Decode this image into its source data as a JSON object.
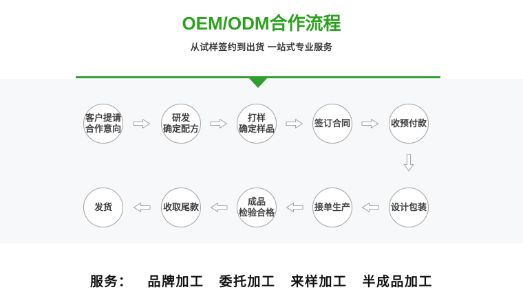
{
  "header": {
    "title": "OEM/ODM合作流程",
    "subtitle": "从试样签约到出货 一站式专业服务"
  },
  "colors": {
    "title_green": "#2aa21c",
    "line_green": "#2f9e2f",
    "flow_bg": "#f7f8fa",
    "circle_border": "#a3a3a3"
  },
  "flow": {
    "row1": [
      {
        "line1": "客户提请",
        "line2": "合作意向"
      },
      {
        "line1": "研发",
        "line2": "确定配方"
      },
      {
        "line1": "打样",
        "line2": "确定样品"
      },
      {
        "line1": "签订合同",
        "line2": ""
      },
      {
        "line1": "收预付款",
        "line2": ""
      }
    ],
    "row2": [
      {
        "line1": "设计包装",
        "line2": ""
      },
      {
        "line1": "接单生产",
        "line2": ""
      },
      {
        "line1": "成品",
        "line2": "检验合格"
      },
      {
        "line1": "收取尾款",
        "line2": ""
      },
      {
        "line1": "发货",
        "line2": ""
      }
    ]
  },
  "services": {
    "prefix": "服务：",
    "items": [
      "品牌加工",
      "委托加工",
      "来样加工",
      "半成品加工"
    ]
  }
}
